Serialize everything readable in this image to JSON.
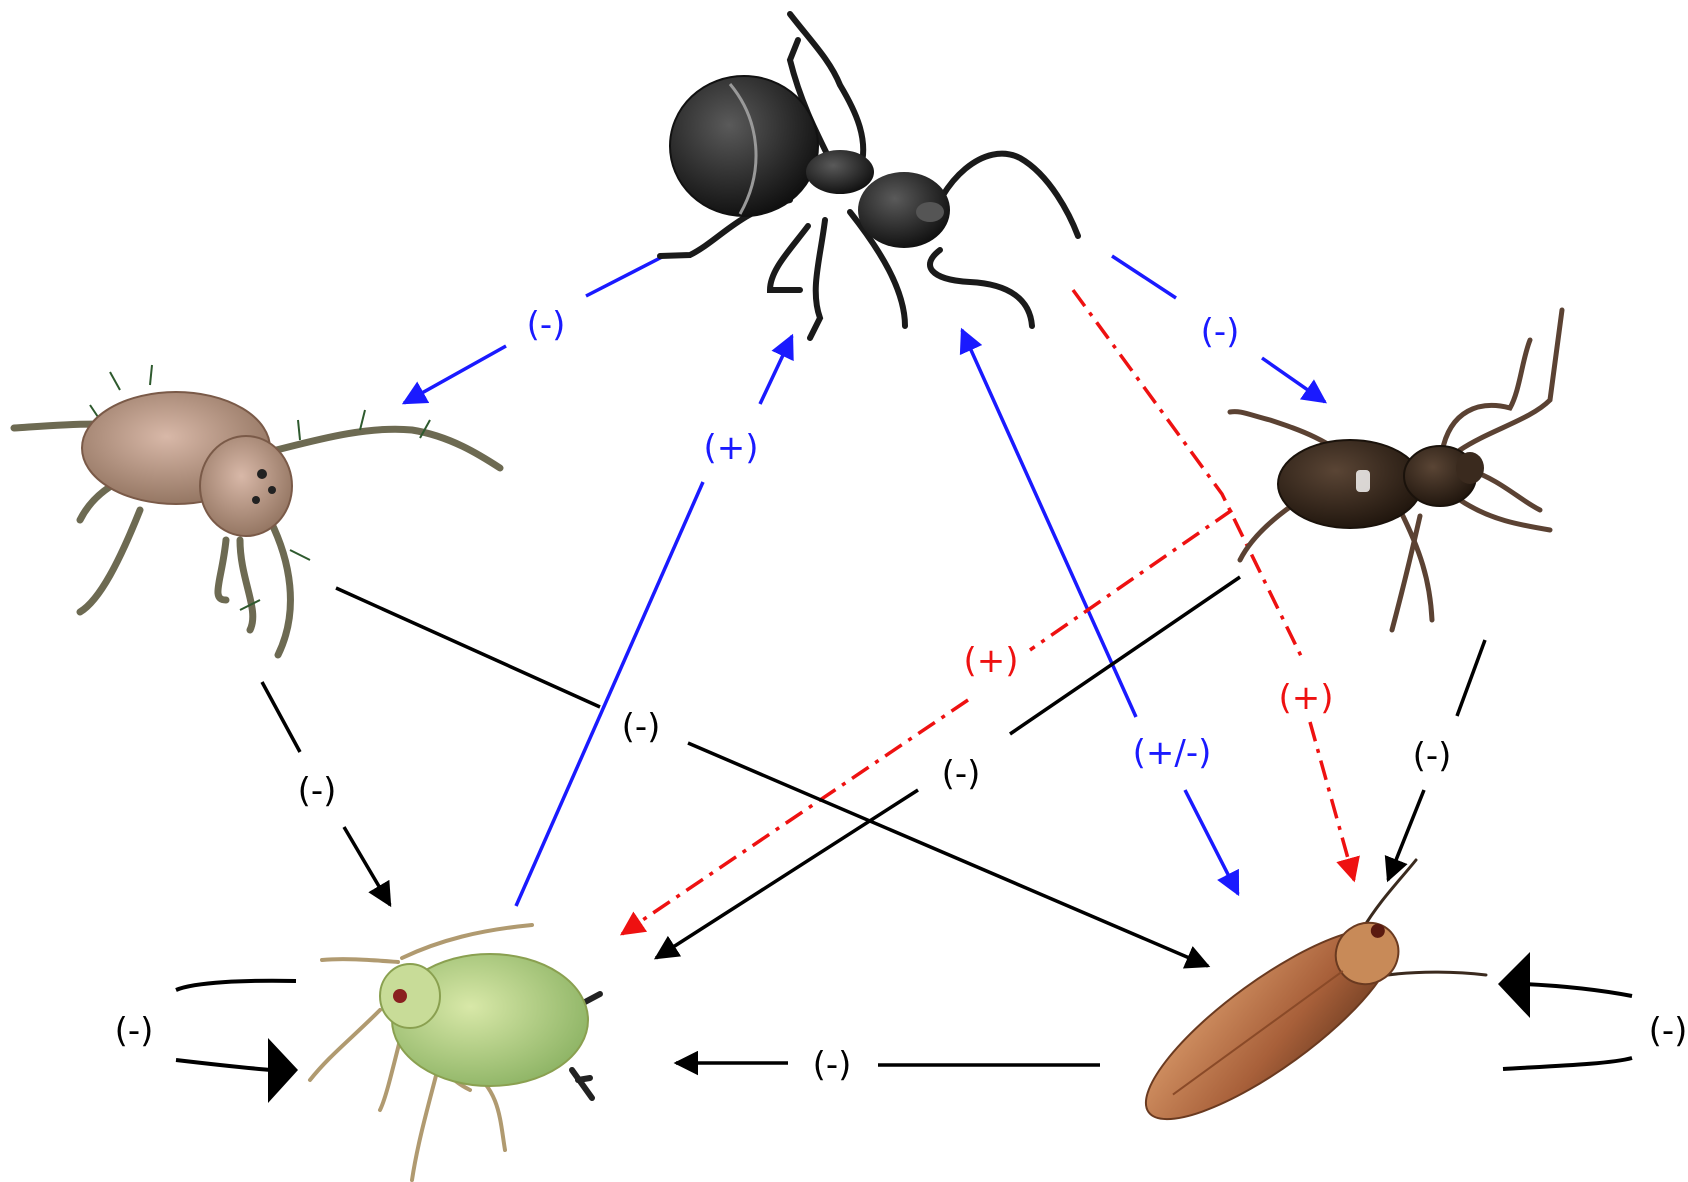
{
  "colors": {
    "positive_ant_link": "#1a1aff",
    "indirect_effect": "#ee1111",
    "trophic_link": "#000000"
  },
  "nodes": [
    {
      "id": "ant",
      "icon": "ant-icon"
    },
    {
      "id": "spider",
      "icon": "spider-icon"
    },
    {
      "id": "beetle",
      "icon": "beetle-icon"
    },
    {
      "id": "aphid",
      "icon": "aphid-icon"
    },
    {
      "id": "psyllid",
      "icon": "psyllid-icon"
    }
  ],
  "links": {
    "ant_spider": "(-)",
    "ant_beetle": "(-)",
    "aphid_ant": "(+)",
    "psyllid_ant": "(+/-)",
    "ant_psyllid_indirect": "(+)",
    "beetle_aphid_indirect": "(+)",
    "spider_aphid": "(-)",
    "spider_psyllid": "(-)",
    "beetle_aphid": "(-)",
    "beetle_psyllid": "(-)",
    "psyllid_aphid": "(-)",
    "aphid_self": "(-)",
    "psyllid_self": "(-)"
  }
}
